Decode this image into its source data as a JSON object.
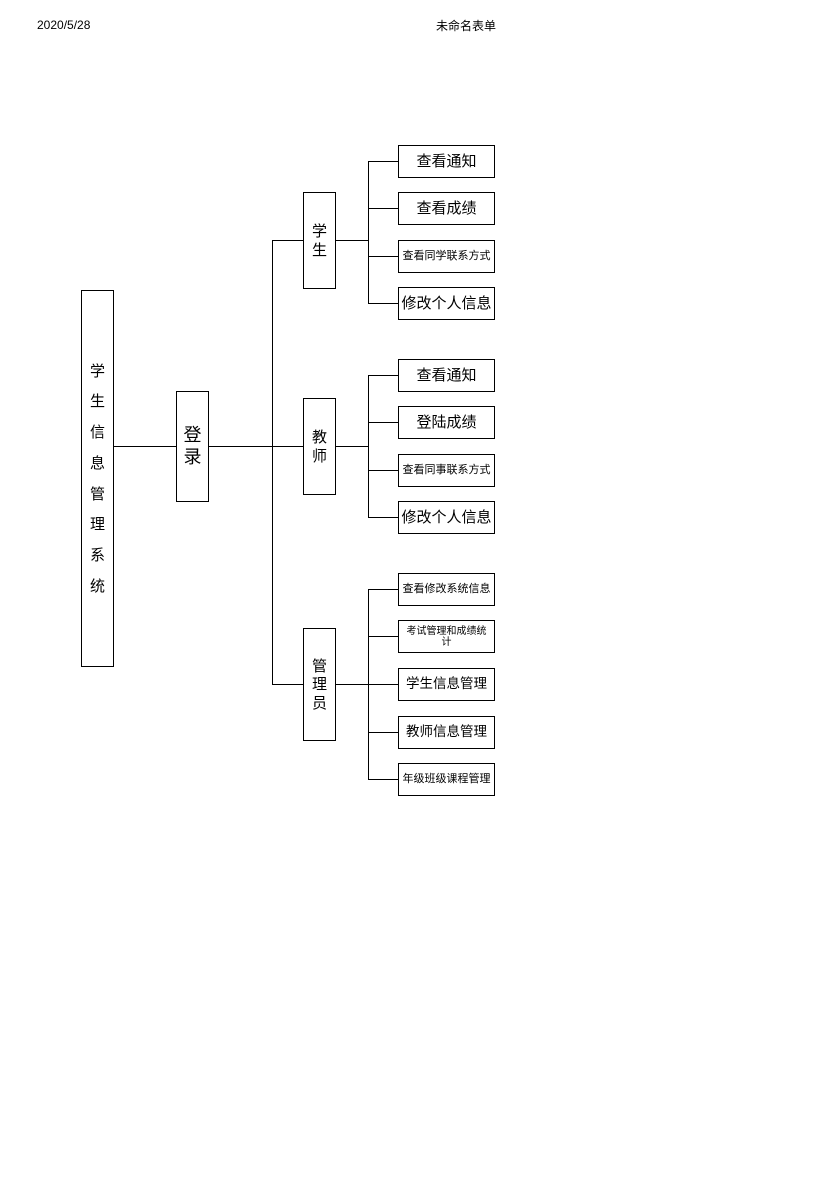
{
  "header": {
    "date": "2020/5/28",
    "title": "未命名表单"
  },
  "diagram": {
    "root": "学生信息管理系统",
    "login": "登录",
    "roles": {
      "student": {
        "label": "学生",
        "items": [
          "查看通知",
          "查看成绩",
          "查看同学联系方式",
          "修改个人信息"
        ]
      },
      "teacher": {
        "label": "教师",
        "items": [
          "查看通知",
          "登陆成绩",
          "查看同事联系方式",
          "修改个人信息"
        ]
      },
      "admin": {
        "label": "管理员",
        "items": [
          "查看修改系统信息",
          "考试管理和成绩统计",
          "学生信息管理",
          "教师信息管理",
          "年级班级课程管理"
        ]
      }
    }
  }
}
